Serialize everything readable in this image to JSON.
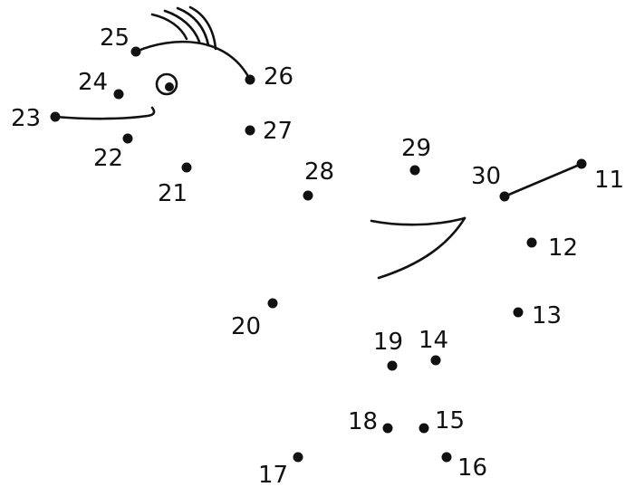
{
  "worksheet": {
    "points": [
      {
        "id": "p11",
        "label": "11"
      },
      {
        "id": "p12",
        "label": "12"
      },
      {
        "id": "p13",
        "label": "13"
      },
      {
        "id": "p14",
        "label": "14"
      },
      {
        "id": "p15",
        "label": "15"
      },
      {
        "id": "p16",
        "label": "16"
      },
      {
        "id": "p17",
        "label": "17"
      },
      {
        "id": "p18",
        "label": "18"
      },
      {
        "id": "p19",
        "label": "19"
      },
      {
        "id": "p20",
        "label": "20"
      },
      {
        "id": "p21",
        "label": "21"
      },
      {
        "id": "p22",
        "label": "22"
      },
      {
        "id": "p23",
        "label": "23"
      },
      {
        "id": "p24",
        "label": "24"
      },
      {
        "id": "p25",
        "label": "25"
      },
      {
        "id": "p26",
        "label": "26"
      },
      {
        "id": "p27",
        "label": "27"
      },
      {
        "id": "p28",
        "label": "28"
      },
      {
        "id": "p29",
        "label": "29"
      },
      {
        "id": "p30",
        "label": "30"
      }
    ]
  }
}
